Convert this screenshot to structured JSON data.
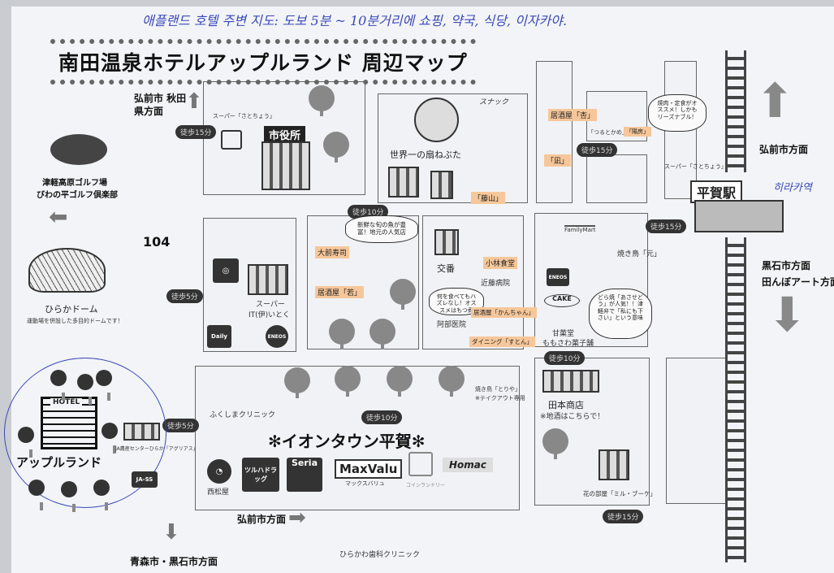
{
  "note_korean": "애플랜드 호텔 주변 지도: 도보 5분 ~ 10분거리에 쇼핑, 약국, 식당, 이자카야.",
  "title": "南田温泉ホテルアップルランド 周辺マップ",
  "station_korean": "히라카역",
  "directions": {
    "hirosaki_akita": "弘前市 秋田県方面",
    "hirosaki_right": "弘前市方面",
    "kuroishi": "黒石市方面",
    "tanbo_art": "田んぼアート方面",
    "hirosaki_bottom": "弘前市方面",
    "aomori_kuroishi": "青森市・黒石市方面"
  },
  "walk": {
    "w15a": "徒歩15分",
    "w10a": "徒歩10分",
    "w5a": "徒歩5分",
    "w5b": "徒歩5分",
    "w10b": "徒歩10分",
    "w10c": "徒歩10分",
    "w15b": "徒歩15分",
    "w15c": "徒歩15分",
    "w15d": "徒歩15分"
  },
  "places": {
    "satocho1": "スーパー「さとちょう」",
    "city_hall": "市役所",
    "golf1": "津軽高原ゴルフ場",
    "golf2": "びわの平ゴルフ倶楽部",
    "ten_four": "104",
    "dome": "ひらかドーム",
    "dome_desc": "運動場を併設した多目的ドームです！",
    "super_itoku_a": "スーパー",
    "super_itoku_b": "IT(伊)いとく",
    "nebuta": "世界一の扇ねぶた",
    "snack": "スナック",
    "fujiyama": "「藤山」",
    "sushi": "大前寿司",
    "izakaya_waka": "居酒屋「若」",
    "izakaya_an": "居酒屋「杏」",
    "nagi": "「凪」",
    "tsurutokame": "「つるとかめ」",
    "yoboo": "「陽房」",
    "satocho2": "スーパー「さとちょう」",
    "station": "平賀駅",
    "koban": "交番",
    "kobayashi": "小林食堂",
    "kondo": "近藤病院",
    "abe": "阿部医院",
    "kanchan": "居酒屋「かんちゃん」",
    "suton": "ダイニング「すとん」",
    "familymart": "FamilyMart",
    "gen": "焼き鳥「元」",
    "eneos": "ENEOS",
    "cake": "CAKE",
    "momosawa_a": "甘菓堂",
    "momosawa_b": "ももさわ菓子舗",
    "torinoya": "焼き鳥「とりや」",
    "torinoya_note": "※テイクアウト専用",
    "tamoto": "田本商店",
    "tamoto_note": "※地酒はこちらで！",
    "flower": "花の部屋「ミル・ブーケ」",
    "fukushima": "ふくしまクリニック",
    "aeon": "✻イオンタウン平賀✻",
    "nishimatsuya": "西松屋",
    "tsuruha": "ツルハドラッグ",
    "seria": "Seria",
    "maxvalu": "MaxValu",
    "maxvalu_kana": "マックスバリュ",
    "laundry": "コインランドリー",
    "homac": "Homac",
    "ja_ss": "JA-SS",
    "agrias": "JA農産センターひらか「アグリアス」",
    "hotel": "HOTEL",
    "appleland": "アップルランド",
    "dental": "ひらかわ歯科クリニック",
    "eneos2": "ENEOS",
    "daily": "Daily"
  },
  "bubbles": {
    "sushi": "新鮮な旬の魚が豊富！地元の人気店",
    "teishoku": "焼肉・定食がオススメ！しかもリーズナブル！",
    "motsu": "何を食べてもハズレなし！オススメはもつ煮",
    "dorayaki": "どら焼「あさせどう」が人気！！津軽弁で「私にも下さい」という意味"
  }
}
